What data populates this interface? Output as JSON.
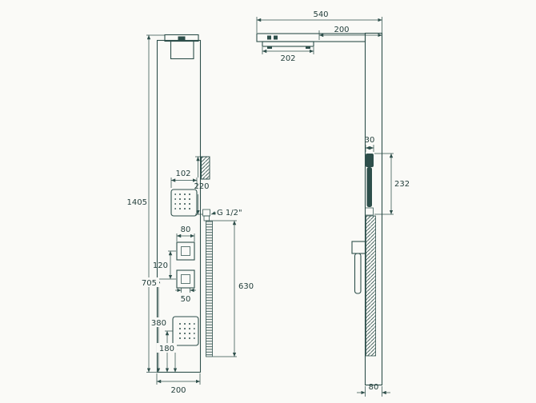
{
  "drawing": {
    "type": "shower-panel-technical-drawing",
    "background": "#fafaf7",
    "line_color": "#2e4f4b",
    "text_color": "#1f3b38",
    "front_view": {
      "dim_jet_width": "102",
      "dim_holder_height": "220",
      "thread_label": "G 1/2\"",
      "dim_hose_length": "630",
      "dim_knob_width": "80",
      "dim_knob_spacing": "120",
      "dim_knob_inner": "50",
      "dim_total_height": "1405",
      "dim_mid_height": "705",
      "dim_lower_jet_height": "380",
      "dim_bottom_jet_height": "180",
      "dim_panel_width": "200"
    },
    "side_view": {
      "dim_total_depth": "540",
      "dim_head_offset": "200",
      "dim_head_depth": "202",
      "dim_handshower_width": "30",
      "dim_handshower_height": "232",
      "dim_panel_depth": "80"
    }
  }
}
